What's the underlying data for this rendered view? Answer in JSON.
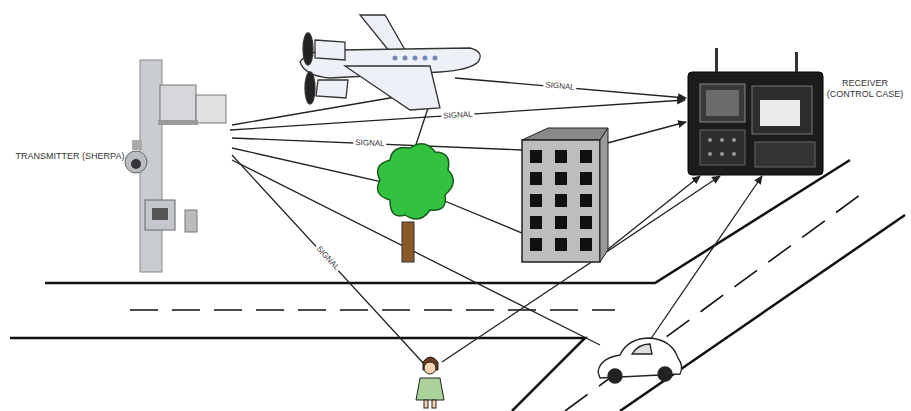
{
  "diagram": {
    "nodes": [
      {
        "text": [
          "TRANSMITTER (SHERPA)"
        ]
      },
      {
        "text": [
          "RECEIVER (CONTROL CASE)"
        ]
      }
    ],
    "edges": [
      {
        "from": 0,
        "to": 1,
        "arrow": "to",
        "label": "SIGNAL"
      }
    ],
    "labels": [
      "SIGNAL",
      "SIGNAL",
      "SIGNAL"
    ]
  }
}
